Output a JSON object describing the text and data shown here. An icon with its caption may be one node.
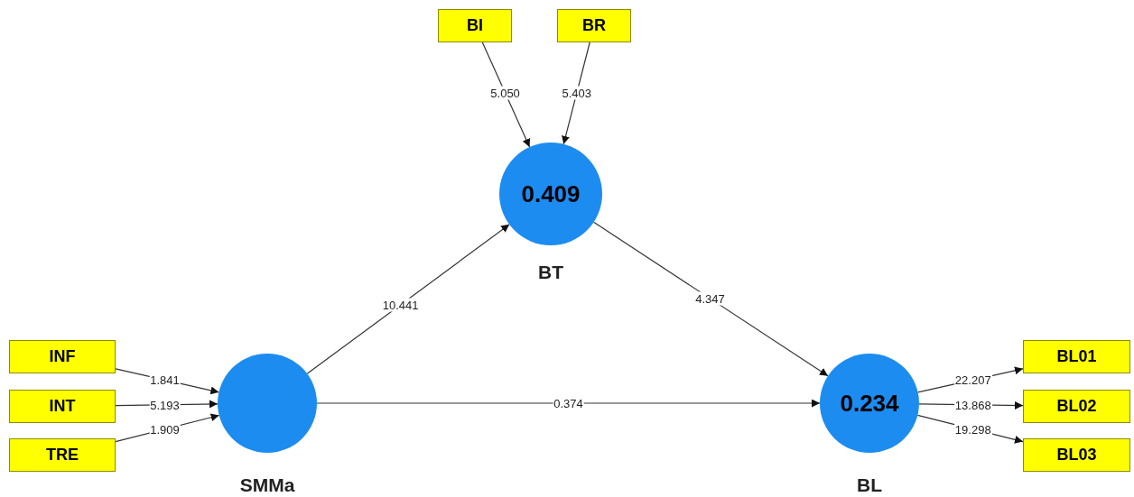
{
  "diagram": {
    "nodes": [
      {
        "text": [
          "BI"
        ]
      },
      {
        "text": [
          "BR"
        ]
      },
      {
        "text": [
          "0.409"
        ],
        "beside": [
          "BT"
        ]
      },
      {
        "text": [
          "INF"
        ]
      },
      {
        "text": [
          "INT"
        ]
      },
      {
        "text": [
          "TRE"
        ]
      },
      {
        "text": [],
        "shape": "circle",
        "beside": [
          "SMMa"
        ]
      },
      {
        "text": [
          "0.234"
        ],
        "beside": [
          "BL"
        ]
      },
      {
        "text": [
          "BL01"
        ]
      },
      {
        "text": [
          "BL02"
        ]
      },
      {
        "text": [
          "BL03"
        ]
      }
    ],
    "edges": [
      {
        "from": 0,
        "to": 2,
        "arrow": "to",
        "label": "5.050"
      },
      {
        "from": 1,
        "to": 2,
        "arrow": "to",
        "label": "5.403"
      },
      {
        "from": 6,
        "to": 2,
        "arrow": "to",
        "label": "10.441"
      },
      {
        "from": 2,
        "to": 7,
        "arrow": "to",
        "label": "4.347"
      },
      {
        "from": 6,
        "to": 7,
        "arrow": "to",
        "label": "0.374"
      },
      {
        "from": 3,
        "to": 6,
        "arrow": "to",
        "label": "1.841"
      },
      {
        "from": 4,
        "to": 6,
        "arrow": "to",
        "label": "5.193"
      },
      {
        "from": 5,
        "to": 6,
        "arrow": "to",
        "label": "1.909"
      },
      {
        "from": 7,
        "to": 8,
        "arrow": "to",
        "label": "22.207"
      },
      {
        "from": 7,
        "to": 9,
        "arrow": "to",
        "label": "13.868"
      },
      {
        "from": 7,
        "to": 10,
        "arrow": "to",
        "label": "19.298"
      }
    ]
  }
}
